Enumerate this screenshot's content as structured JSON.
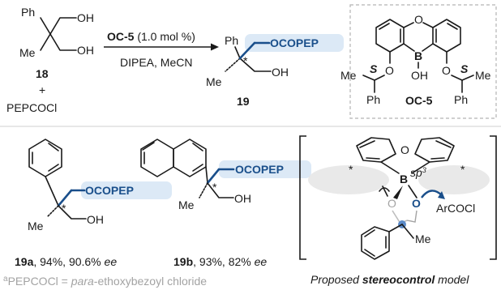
{
  "reaction": {
    "sm_ph": "Ph",
    "sm_me": "Me",
    "sm_oh1": "OH",
    "sm_oh2": "OH",
    "sm_number": "18",
    "plus": "+",
    "reagent": "PEPCOCl",
    "catalyst_name": "OC-5",
    "catalyst_loading": " (1.0 mol %)",
    "conditions": "DIPEA, MeCN",
    "prod_ph": "Ph",
    "prod_me": "Me",
    "prod_ester": "OCOPEP",
    "prod_oh": "OH",
    "prod_star": "*",
    "prod_number": "19"
  },
  "catalyst": {
    "name": "OC-5",
    "o_top": "O",
    "b": "B",
    "oh": "OH",
    "o_left": "O",
    "o_right": "O",
    "me_left": "Me",
    "me_right": "Me",
    "ph_left": "Ph",
    "ph_right": "Ph",
    "s_left": "S",
    "s_right": "S"
  },
  "examples": [
    {
      "id": "19a",
      "ester": "OCOPEP",
      "me": "Me",
      "oh": "OH",
      "star": "*",
      "yield": ", 94%, 90.6% ",
      "ee": "ee"
    },
    {
      "id": "19b",
      "ester": "OCOPEP",
      "me": "Me",
      "oh": "OH",
      "star": "*",
      "yield": ", 93%, 82% ",
      "ee": "ee"
    }
  ],
  "model": {
    "o_top": "O",
    "b": "B",
    "sp3": "sp",
    "sp3_sup": "3",
    "star_left": "*",
    "star_right": "*",
    "o1": "O",
    "o2": "O",
    "reagent": "ArCOCl",
    "me": "Me",
    "caption_pre": "Proposed ",
    "caption_bold": "stereocontrol",
    "caption_post": " model"
  },
  "footnote": {
    "sup": "a",
    "pre": "PEPCOCl = ",
    "italic": "para",
    "post": "-ethoxybezoyl chloride"
  },
  "colors": {
    "accent": "#1a4f8b",
    "highlight": "#dce9f6",
    "footnote": "#a3a3a3"
  }
}
